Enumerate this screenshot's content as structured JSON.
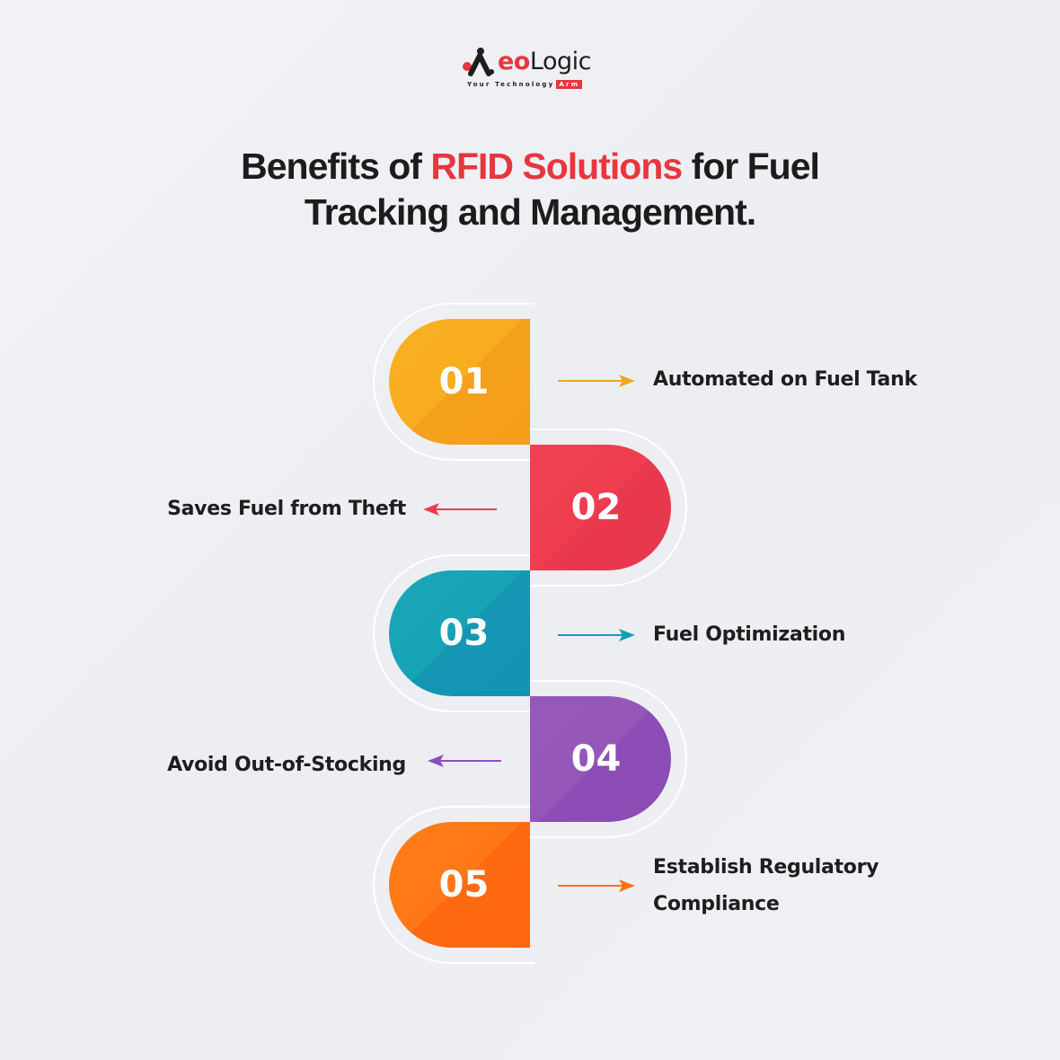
{
  "brand": {
    "name_prefix": "A",
    "name_highlight": "eo",
    "name_suffix": "Logic",
    "tagline": "Your Technology",
    "tagline_highlight": "Arm",
    "accent_color": "#e8363f"
  },
  "title": {
    "line1_before": "Benefits of ",
    "line1_highlight": "RFID Solutions",
    "line1_after": " for Fuel",
    "line2": "Tracking and Management."
  },
  "steps": [
    {
      "number": "01",
      "label": "Automated on Fuel Tank",
      "side": "right",
      "color": "#f6a51f"
    },
    {
      "number": "02",
      "label": "Saves Fuel from Theft",
      "side": "left",
      "color": "#ec3b50"
    },
    {
      "number": "03",
      "label": "Fuel Optimization",
      "side": "right",
      "color": "#169fb5"
    },
    {
      "number": "04",
      "label": "Avoid Out-of-Stocking",
      "side": "left",
      "color": "#8e4fb7"
    },
    {
      "number": "05",
      "label_line1": "Establish Regulatory",
      "label_line2": "Compliance",
      "side": "right",
      "color": "#ff7114"
    }
  ]
}
